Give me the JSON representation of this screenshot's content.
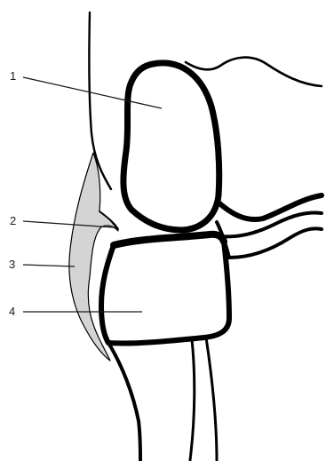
{
  "callouts": [
    {
      "number": "1"
    },
    {
      "number": "2"
    },
    {
      "number": "3"
    },
    {
      "number": "4"
    }
  ],
  "colors": {
    "outline": "#000000",
    "shaded_region": "#d4d4d4",
    "leader_line": "#1a1a1a"
  }
}
